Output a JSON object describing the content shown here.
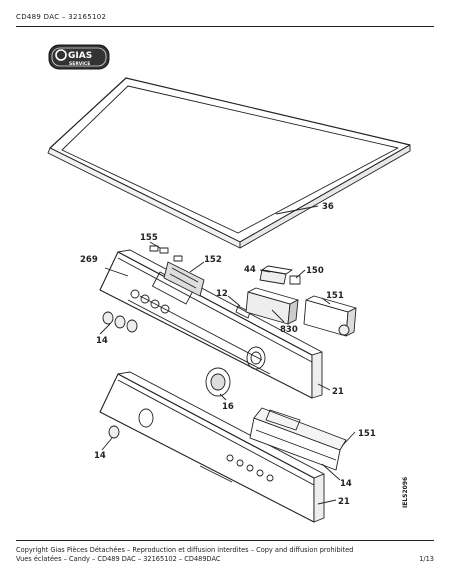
{
  "header": {
    "title": "CD489 DAC – 32165102"
  },
  "logo": {
    "brand": "GIAS",
    "sub": "SERVICE"
  },
  "callouts": {
    "c36": "36",
    "c155": "155",
    "c269": "269",
    "c152": "152",
    "c44": "44",
    "c150": "150",
    "c12": "12",
    "c151a": "151",
    "c830": "830",
    "c14a": "14",
    "c16": "16",
    "c21a": "21",
    "c151b": "151",
    "c14b": "14",
    "c14c": "14",
    "c21b": "21"
  },
  "drawing_code": "IELS2096",
  "footer": {
    "line1": "Copyright Gias Pièces Détachées – Reproduction et diffusion interdites – Copy and diffusion prohibited",
    "line2": "Vues éclatées – Candy – CD489 DAC – 32165102 – CD489DAC"
  },
  "page": "1/13"
}
